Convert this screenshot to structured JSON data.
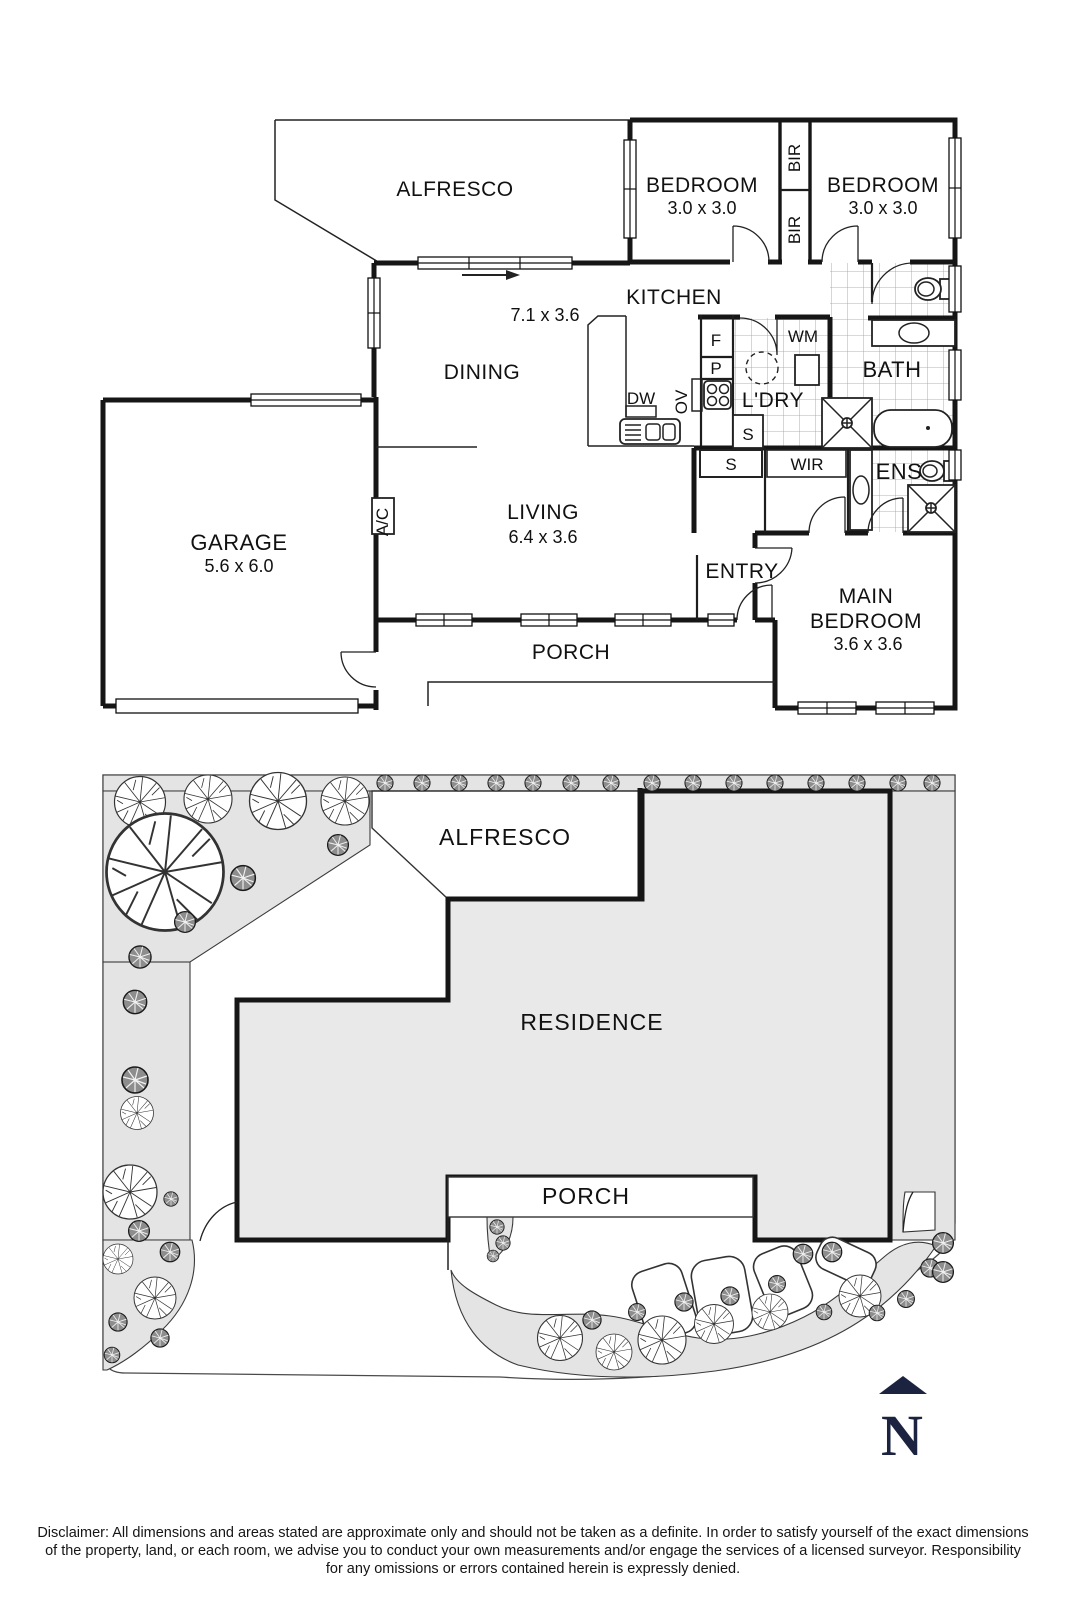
{
  "floorplan": {
    "alfresco": "ALFRESCO",
    "bedroom_left": "BEDROOM",
    "bedroom_left_dims": "3.0 x 3.0",
    "bedroom_right": "BEDROOM",
    "bedroom_right_dims": "3.0 x 3.0",
    "bir_top": "BIR",
    "bir_bottom": "BIR",
    "kitchen": "KITCHEN",
    "kitchen_dining_dims": "7.1 x 3.6",
    "dining": "DINING",
    "fridge": "F",
    "pantry": "P",
    "oven": "OV",
    "dishwasher": "DW",
    "washing_machine": "WM",
    "laundry": "L'DRY",
    "store_laundry": "S",
    "store_hall": "S",
    "bath": "BATH",
    "wir": "WIR",
    "ens": "ENS",
    "garage": "GARAGE",
    "garage_dims": "5.6 x 6.0",
    "ac": "A/C",
    "living": "LIVING",
    "living_dims": "6.4 x 3.6",
    "entry": "ENTRY",
    "main_bedroom_line1": "MAIN",
    "main_bedroom_line2": "BEDROOM",
    "main_bedroom_dims": "3.6 x 3.6",
    "porch": "PORCH"
  },
  "siteplan": {
    "alfresco": "ALFRESCO",
    "residence": "RESIDENCE",
    "porch": "PORCH",
    "north": "N",
    "north_color": "#1b2340"
  },
  "disclaimer": {
    "line1": "Disclaimer: All dimensions and areas stated are approximate only and should not be taken as a definite. In order to satisfy yourself of the exact dimensions",
    "line2": "of the property, land, or each room, we advise you to conduct your own measurements and/or engage the services of a licensed surveyor. Responsibility",
    "line3": "for any omissions or errors contained herein is expressly denied."
  }
}
